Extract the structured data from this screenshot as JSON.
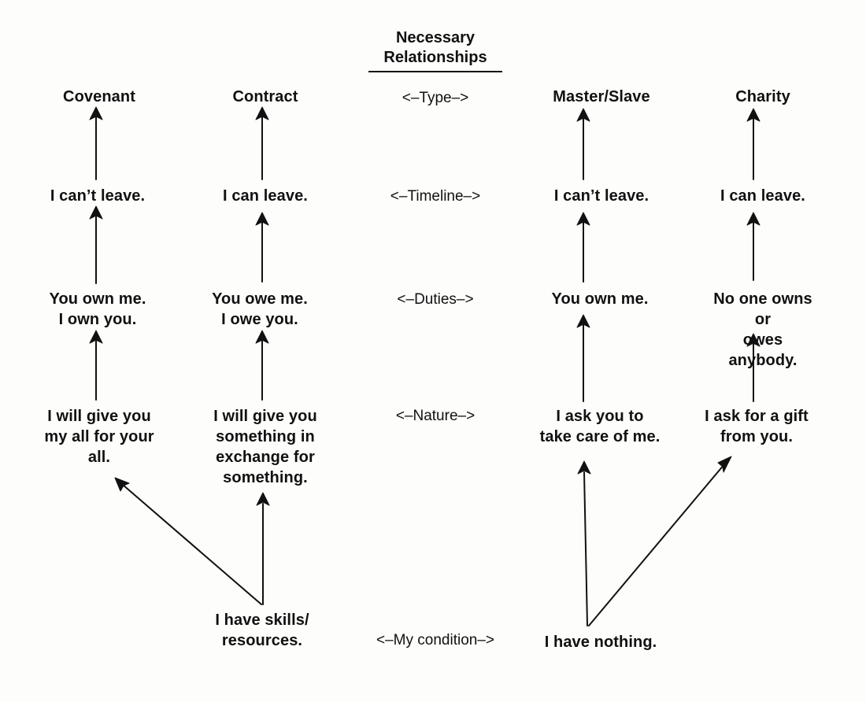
{
  "title": "Necessary\nRelationships",
  "row_labels": {
    "type": "<–Type–>",
    "timeline": "<–Timeline–>",
    "duties": "<–Duties–>",
    "nature": "<–Nature–>",
    "condition": "<–My condition–>"
  },
  "columns": {
    "covenant": {
      "type": "Covenant",
      "timeline": "I can’t leave.",
      "duties": "You own me.\nI own you.",
      "nature": "I will give you\nmy all for your\nall."
    },
    "contract": {
      "type": "Contract",
      "timeline": "I can leave.",
      "duties": "You owe me.\nI owe you.",
      "nature": "I will give you\nsomething in\nexchange for\nsomething."
    },
    "master_slave": {
      "type": "Master/Slave",
      "timeline": "I can’t leave.",
      "duties": "You own me.",
      "nature": "I ask you to\ntake care of me."
    },
    "charity": {
      "type": "Charity",
      "timeline": "I can leave.",
      "duties": "No one owns or\nowes anybody.",
      "nature": "I ask for a gift\nfrom you."
    }
  },
  "conditions": {
    "skills": "I have skills/\nresources.",
    "nothing": "I have nothing."
  },
  "colors": {
    "ink": "#111111",
    "paper": "#fdfdfb"
  }
}
